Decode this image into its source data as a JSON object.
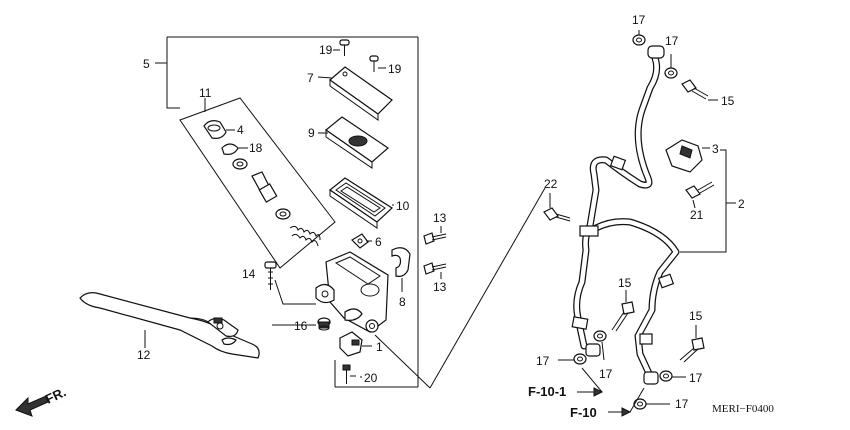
{
  "labels": {
    "p1": "1",
    "p2": "2",
    "p3": "3",
    "p4": "4",
    "p5": "5",
    "p6": "6",
    "p7": "7",
    "p8": "8",
    "p9": "9",
    "p10": "10",
    "p11": "11",
    "p12": "12",
    "p13a": "13",
    "p13b": "13",
    "p14": "14",
    "p15a": "15",
    "p15b": "15",
    "p15c": "15",
    "p16": "16",
    "p17a": "17",
    "p17b": "17",
    "p17c": "17",
    "p17d": "17",
    "p17e": "17",
    "p17f": "17",
    "p18": "18",
    "p19a": "19",
    "p19b": "19",
    "p20": "20",
    "p21": "21",
    "p22": "22"
  },
  "references": {
    "ref1": "F-10-1",
    "ref2": "F-10",
    "front": "FR."
  },
  "diagram_code": "MERI−F0400"
}
